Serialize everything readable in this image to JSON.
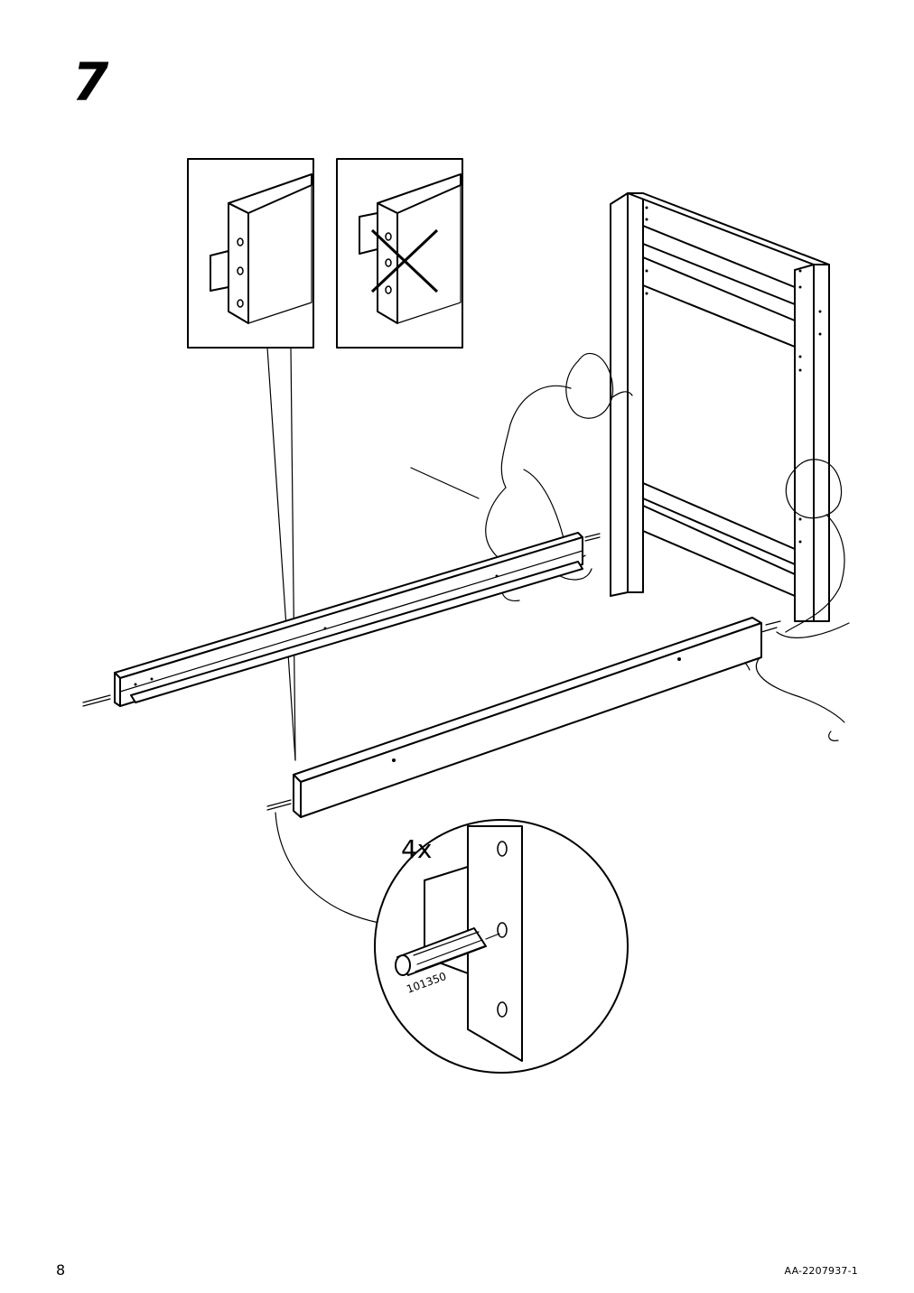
{
  "step": {
    "number": "7"
  },
  "detail": {
    "quantity": "4x",
    "part_number": "101350"
  },
  "footer": {
    "page_number": "8",
    "document_code": "AA-2207937-1"
  },
  "icons": {
    "correct": "correct-orientation-icon",
    "incorrect": "incorrect-orientation-icon",
    "dowel": "wooden-dowel-icon"
  }
}
